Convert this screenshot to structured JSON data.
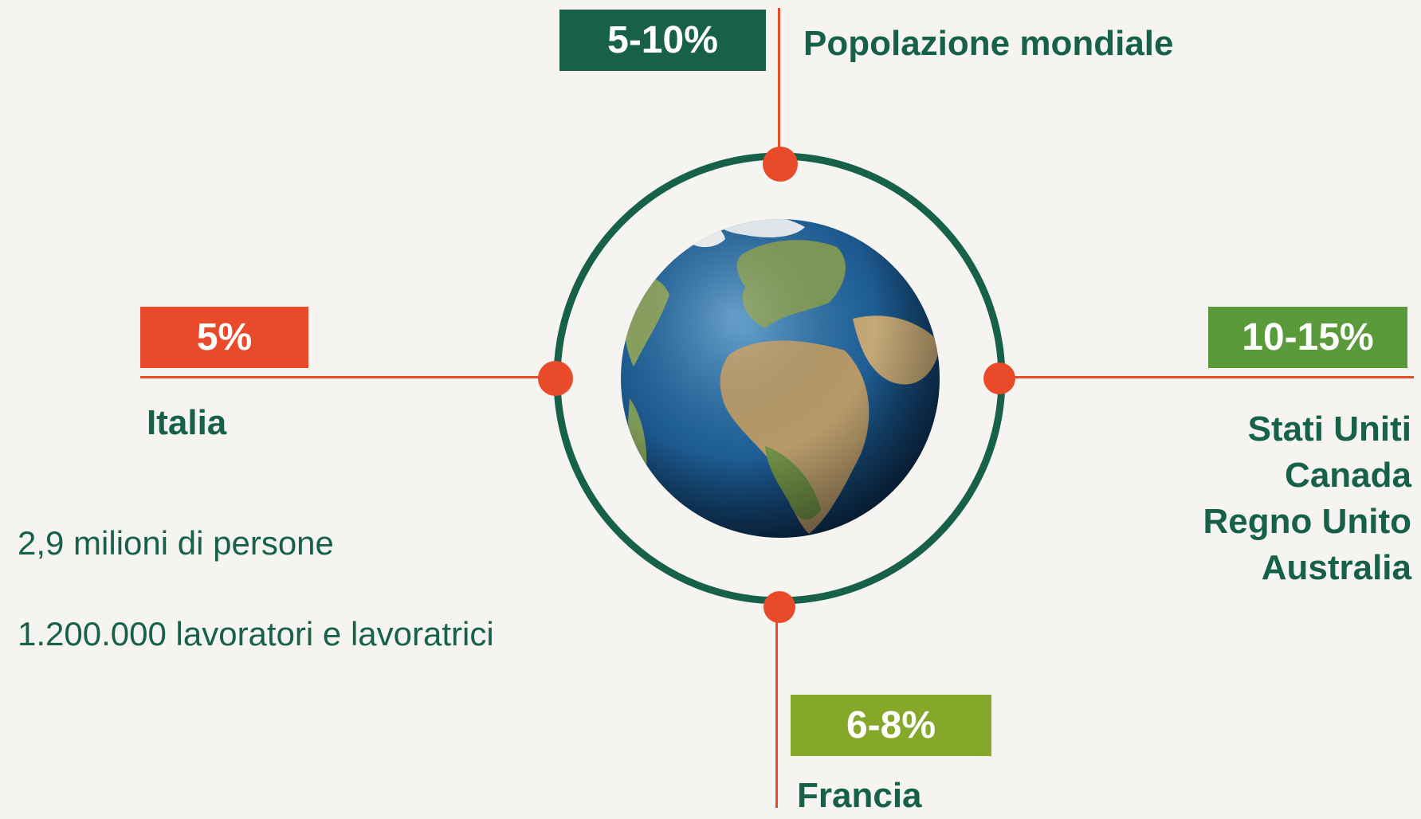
{
  "colors": {
    "background": "#f5f4f0",
    "dark_green": "#17604a",
    "orange_red": "#e84a2a",
    "mid_green": "#5a9a3a",
    "lime_green": "#86a82a"
  },
  "top": {
    "value": "5-10%",
    "label": "Popolazione mondiale"
  },
  "left": {
    "value": "5%",
    "label": "Italia",
    "details": [
      "2,9 milioni di persone",
      "1.200.000 lavoratori e lavoratrici"
    ]
  },
  "right": {
    "value": "10-15%",
    "countries": [
      "Stati Uniti",
      "Canada",
      "Regno Unito",
      "Australia"
    ]
  },
  "bottom": {
    "value": "6-8%",
    "label": "Francia"
  },
  "center_icon": "earth-globe-icon"
}
